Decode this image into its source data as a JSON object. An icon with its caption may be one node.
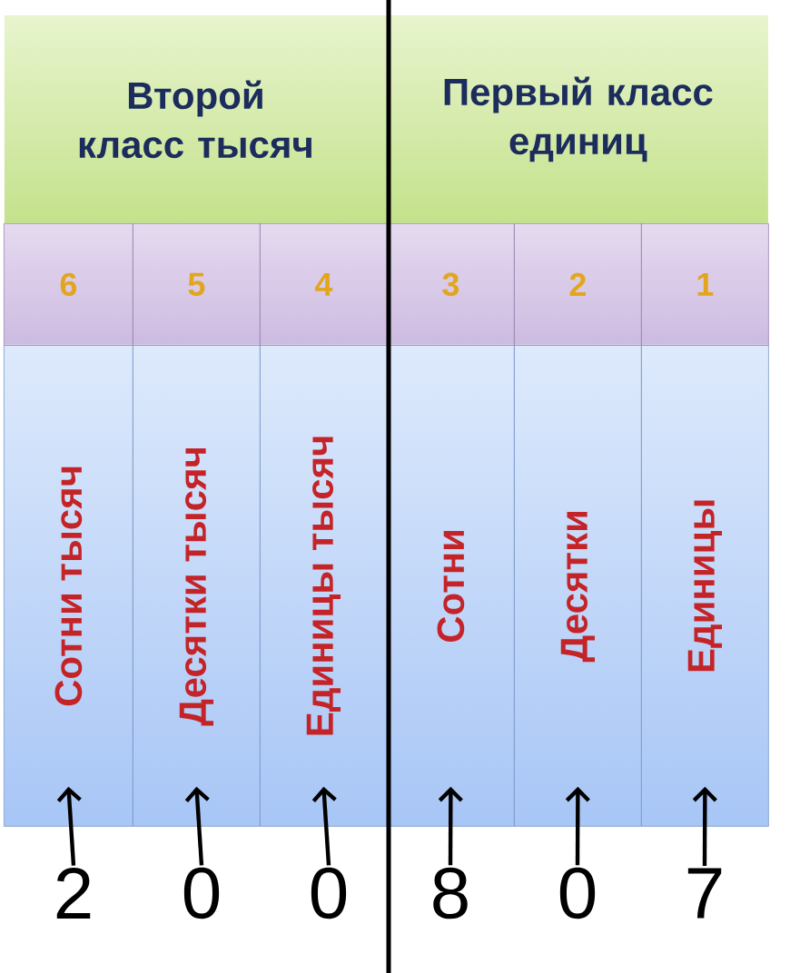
{
  "diagram": {
    "nodes": [
      {
        "text": [
          "Второй класс тысяч"
        ]
      },
      {
        "text": [
          "Первый класс единиц"
        ]
      },
      {
        "text": [
          "6"
        ]
      },
      {
        "text": [
          "5"
        ]
      },
      {
        "text": [
          "4"
        ]
      },
      {
        "text": [
          "3"
        ]
      },
      {
        "text": [
          "2"
        ]
      },
      {
        "text": [
          "1"
        ]
      },
      {
        "text": [
          "Сотни тысяч"
        ]
      },
      {
        "text": [
          "Десятки тысяч"
        ]
      },
      {
        "text": [
          "Единицы тысяч"
        ]
      },
      {
        "text": [
          "Сотни"
        ]
      },
      {
        "text": [
          "Десятки"
        ]
      },
      {
        "text": [
          "Единицы"
        ]
      },
      {
        "text": [
          "2"
        ]
      },
      {
        "text": [
          "0"
        ]
      },
      {
        "text": [
          "0"
        ]
      },
      {
        "text": [
          "8"
        ]
      },
      {
        "text": [
          "0"
        ]
      },
      {
        "text": [
          "7"
        ]
      }
    ],
    "edges": [
      {
        "from": 14,
        "to": 8,
        "arrow": "to"
      },
      {
        "from": 15,
        "to": 9,
        "arrow": "to"
      },
      {
        "from": 16,
        "to": 10,
        "arrow": "to"
      },
      {
        "from": 17,
        "to": 11,
        "arrow": "to"
      },
      {
        "from": 18,
        "to": 12,
        "arrow": "to"
      },
      {
        "from": 19,
        "to": 13,
        "arrow": "to"
      }
    ]
  }
}
